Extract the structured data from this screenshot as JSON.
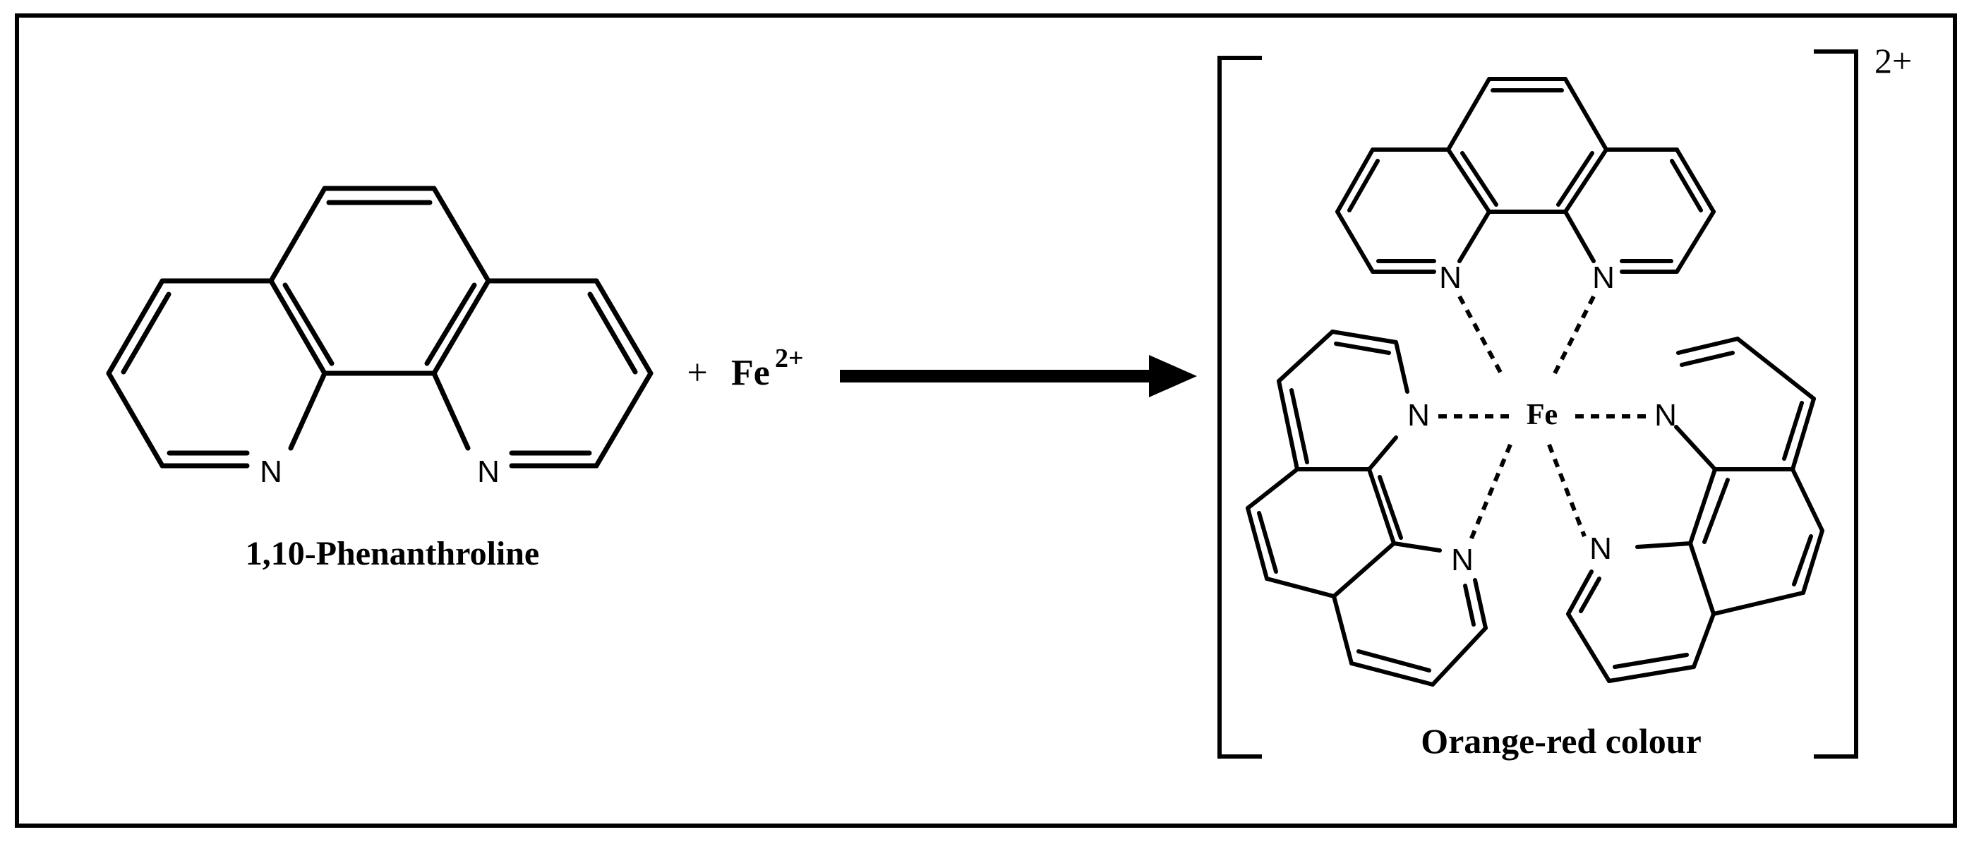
{
  "reactant": {
    "name": "1,10-Phenanthroline",
    "plus": "+",
    "ion": "Fe",
    "ion_charge": "2+"
  },
  "product": {
    "charge": "2+",
    "metal_label": "Fe",
    "caption": "Orange-red colour"
  },
  "atoms": {
    "nitrogen": "N"
  },
  "colors": {
    "line": "#000000",
    "background": "#ffffff"
  }
}
